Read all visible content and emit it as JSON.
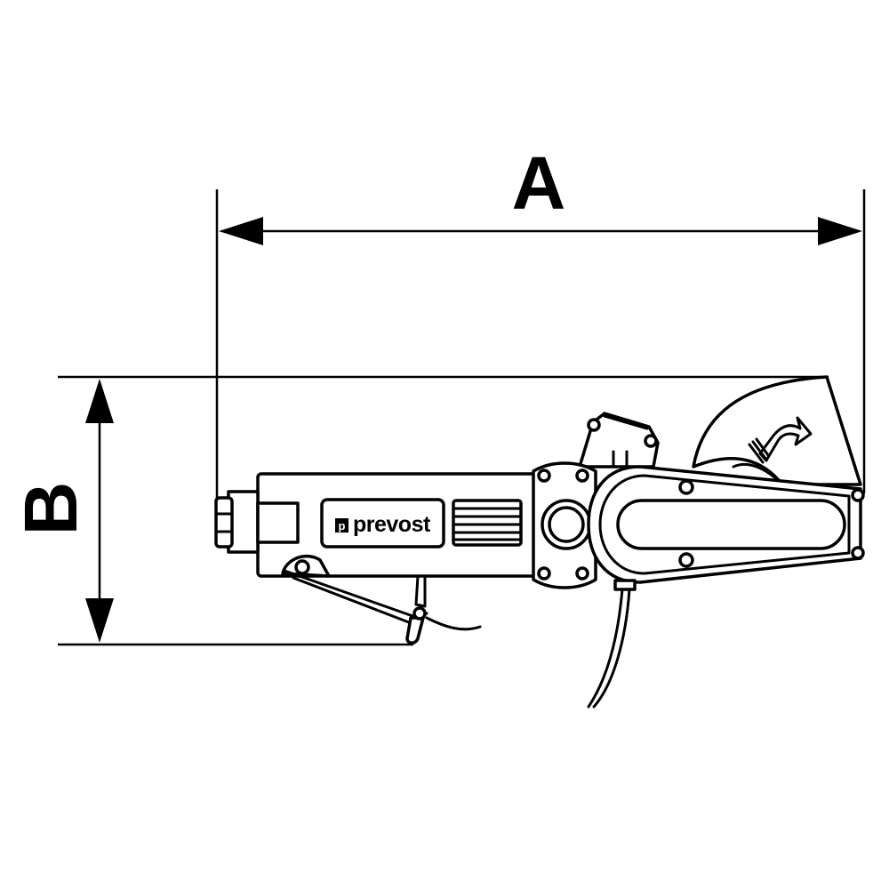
{
  "diagram": {
    "dimension_a_label": "A",
    "dimension_b_label": "B",
    "brand_logo_text": "prevost",
    "brand_logo_mark": "p",
    "line_color": "#000000",
    "background": "#ffffff"
  }
}
